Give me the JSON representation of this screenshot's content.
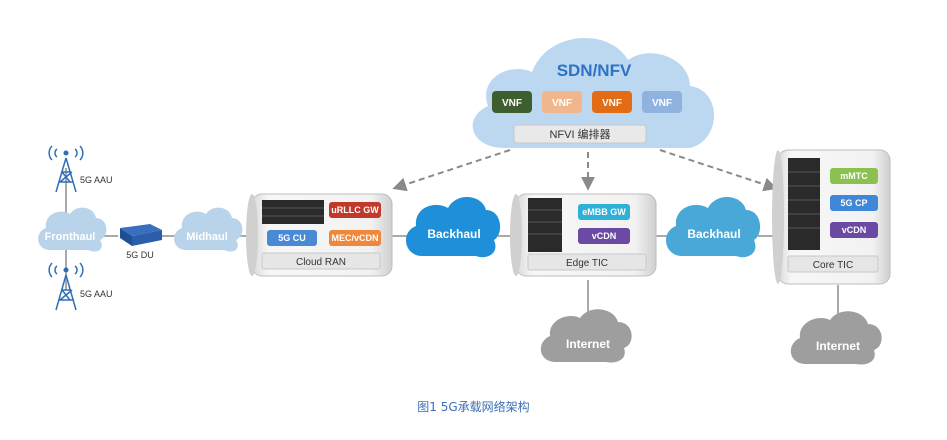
{
  "sdn_cloud": {
    "title": "SDN/NFV",
    "vnfs": [
      {
        "label": "VNF",
        "color": "#3e5e2d"
      },
      {
        "label": "VNF",
        "color": "#f2b68c"
      },
      {
        "label": "VNF",
        "color": "#e26b14"
      },
      {
        "label": "VNF",
        "color": "#8fb2df"
      }
    ],
    "orchestrator": "NFVI 编排器"
  },
  "access": {
    "aau_top": "5G AAU",
    "aau_bottom": "5G AAU",
    "fronthaul": "Fronthaul",
    "du": "5G DU",
    "midhaul": "Midhaul"
  },
  "cloud_ran": {
    "title": "Cloud RAN",
    "tags": [
      {
        "label": "uRLLC GW",
        "color": "#c0392b"
      },
      {
        "label": "5G CU",
        "color": "#4a8ad4"
      },
      {
        "label": "MEC/vCDN",
        "color": "#f0883c"
      }
    ]
  },
  "backhaul_left": "Backhaul",
  "edge_tic": {
    "title": "Edge TIC",
    "tags": [
      {
        "label": "eMBB GW",
        "color": "#2fb0d6"
      },
      {
        "label": "vCDN",
        "color": "#6a4aa2"
      }
    ],
    "internet": "Internet"
  },
  "backhaul_right": "Backhaul",
  "core_tic": {
    "title": "Core TIC",
    "tags": [
      {
        "label": "mMTC",
        "color": "#8cc152"
      },
      {
        "label": "5G CP",
        "color": "#3f88d8"
      },
      {
        "label": "vCDN",
        "color": "#6a4aa2"
      }
    ],
    "internet": "Internet"
  },
  "caption": "图1   5G承载网络架构"
}
